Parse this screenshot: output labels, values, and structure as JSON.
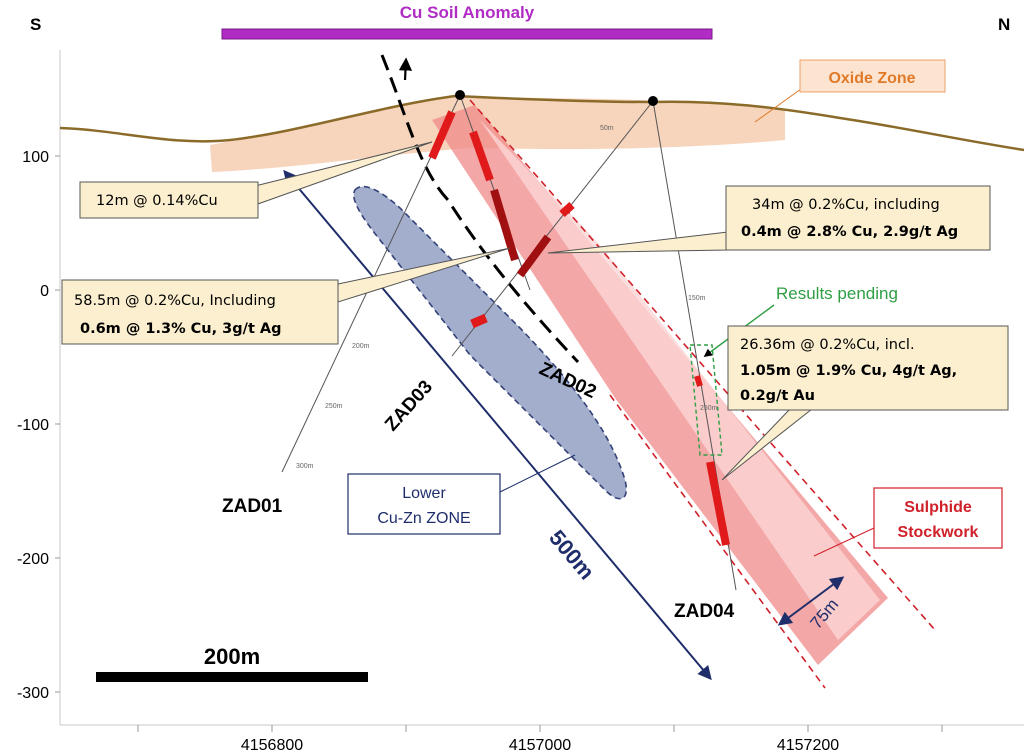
{
  "compass": {
    "south": "S",
    "north": "N"
  },
  "soil_anomaly": {
    "label": "Cu Soil Anomaly",
    "color": "#b02cc4"
  },
  "zones": {
    "oxide": "Oxide Zone",
    "sulphide_line1": "Sulphide",
    "sulphide_line2": "Stockwork",
    "lower_line1": "Lower",
    "lower_line2": "Cu-Zn ZONE"
  },
  "y_axis_ticks": [
    "100",
    "0",
    "-100",
    "-200",
    "-300"
  ],
  "x_axis_ticks": [
    "4156800",
    "4157000",
    "4157200"
  ],
  "drill_holes": [
    "ZAD01",
    "ZAD02",
    "ZAD03",
    "ZAD04"
  ],
  "intercepts": {
    "a": {
      "line1": "12m @ 0.14%Cu"
    },
    "b": {
      "line1": "34m @ 0.2%Cu, including",
      "line2": "0.4m @ 2.8% Cu, 2.9g/t Ag"
    },
    "c": {
      "line1": "58.5m @ 0.2%Cu, Including",
      "line2": "0.6m @ 1.3% Cu, 3g/t Ag"
    },
    "d": {
      "line1": "26.36m @ 0.2%Cu, incl.",
      "line2": "1.05m @ 1.9% Cu, 4g/t Ag,",
      "line3": "0.2g/t Au"
    }
  },
  "results_pending": "Results pending",
  "dimensions": {
    "length": "500m",
    "width": "75m"
  },
  "scale_bar": "200m",
  "colors": {
    "ground": "#8b6b2a",
    "oxide_fill": "#f6cdb0",
    "sulphide_fill": "#f08a8a",
    "lower_fill": "#9aa6c8",
    "navy": "#1f2e6b",
    "callout_fill": "#fbefcf",
    "pending_green": "#2f9e44",
    "sulphide_text": "#d0202a",
    "oxide_text": "#e07a28"
  }
}
